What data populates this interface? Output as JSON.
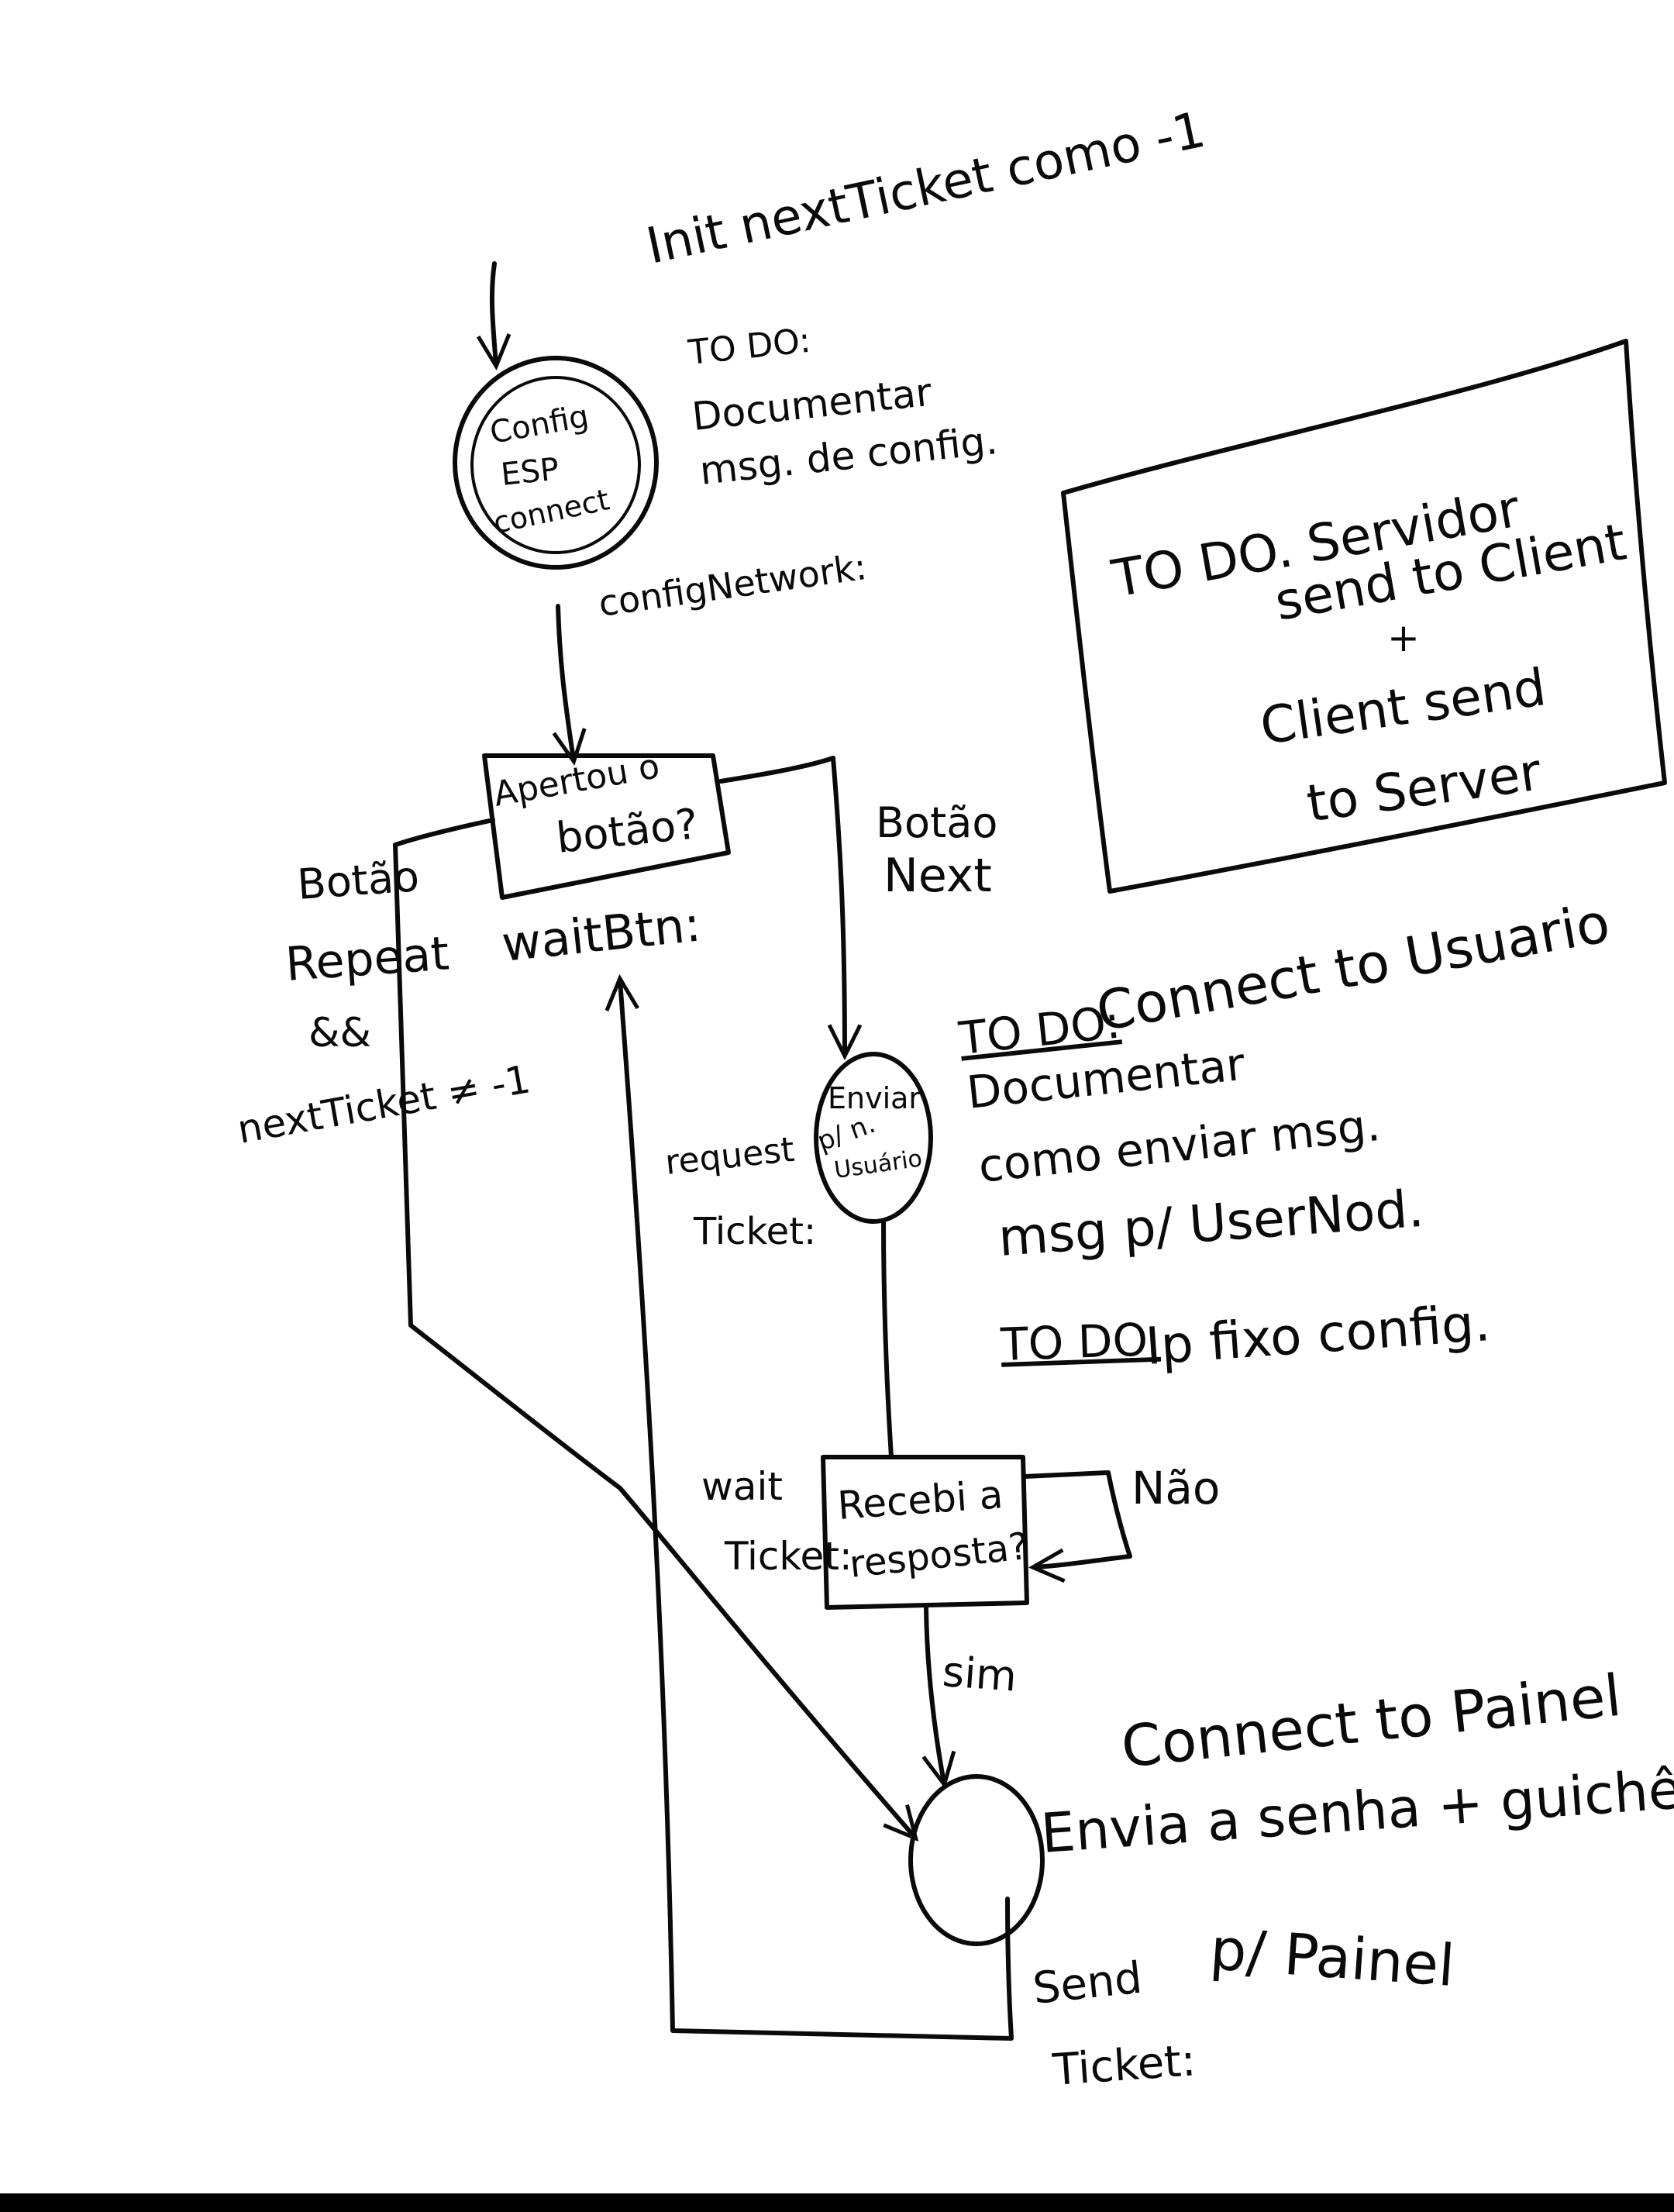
{
  "notes": {
    "init": "Init nextTicket como -1",
    "todo_doc_config_head": "TO DO:",
    "todo_doc_config_l1": "Documentar",
    "todo_doc_config_l2": "msg. de config.",
    "config_network": "configNetwork:",
    "server_box_l1": "TO DO. Servidor",
    "server_box_l2": "send to Client",
    "server_box_l3": "+",
    "server_box_l4": "Client send",
    "server_box_l5": "to Server",
    "btn_repeat_l1": "Botão",
    "btn_repeat_l2": "Repeat",
    "btn_repeat_l3": "&&",
    "btn_repeat_l4": "nextTicket ≠ -1",
    "btn_next_l1": "Botão",
    "btn_next_l2": "Next",
    "wait_btn": "waitBtn:",
    "todo_usuario_head": "TO DO:",
    "todo_usuario_rest": "Connect to Usuario",
    "todo_usuario_l2": "Documentar",
    "todo_usuario_l3": "como enviar msg.",
    "todo_usuario_l4": "msg p/ UserNod.",
    "todo_ip_head": "TO DO.",
    "todo_ip_rest": "Ip fixo config.",
    "request_l1": "request",
    "request_l2": "Ticket:",
    "wait_ticket_l1": "wait",
    "wait_ticket_l2": "Ticket:",
    "nao": "Não",
    "sim": "sim",
    "painel_l1": "Connect to Painel",
    "painel_l2": "Envia a senha + guichê",
    "painel_l3": "p/ Painel",
    "send_l1": "Send",
    "send_l2": "Ticket:"
  },
  "nodes": {
    "config_l1": "Config",
    "config_l2": "ESP",
    "config_l3": "connect",
    "apertou_l1": "Apertou o",
    "apertou_l2": "botão?",
    "enviar_l1": "Enviar",
    "enviar_l2": "p/ n.",
    "enviar_l3": "Usuário",
    "recebi_l1": "Recebi a",
    "recebi_l2": "resposta?"
  }
}
